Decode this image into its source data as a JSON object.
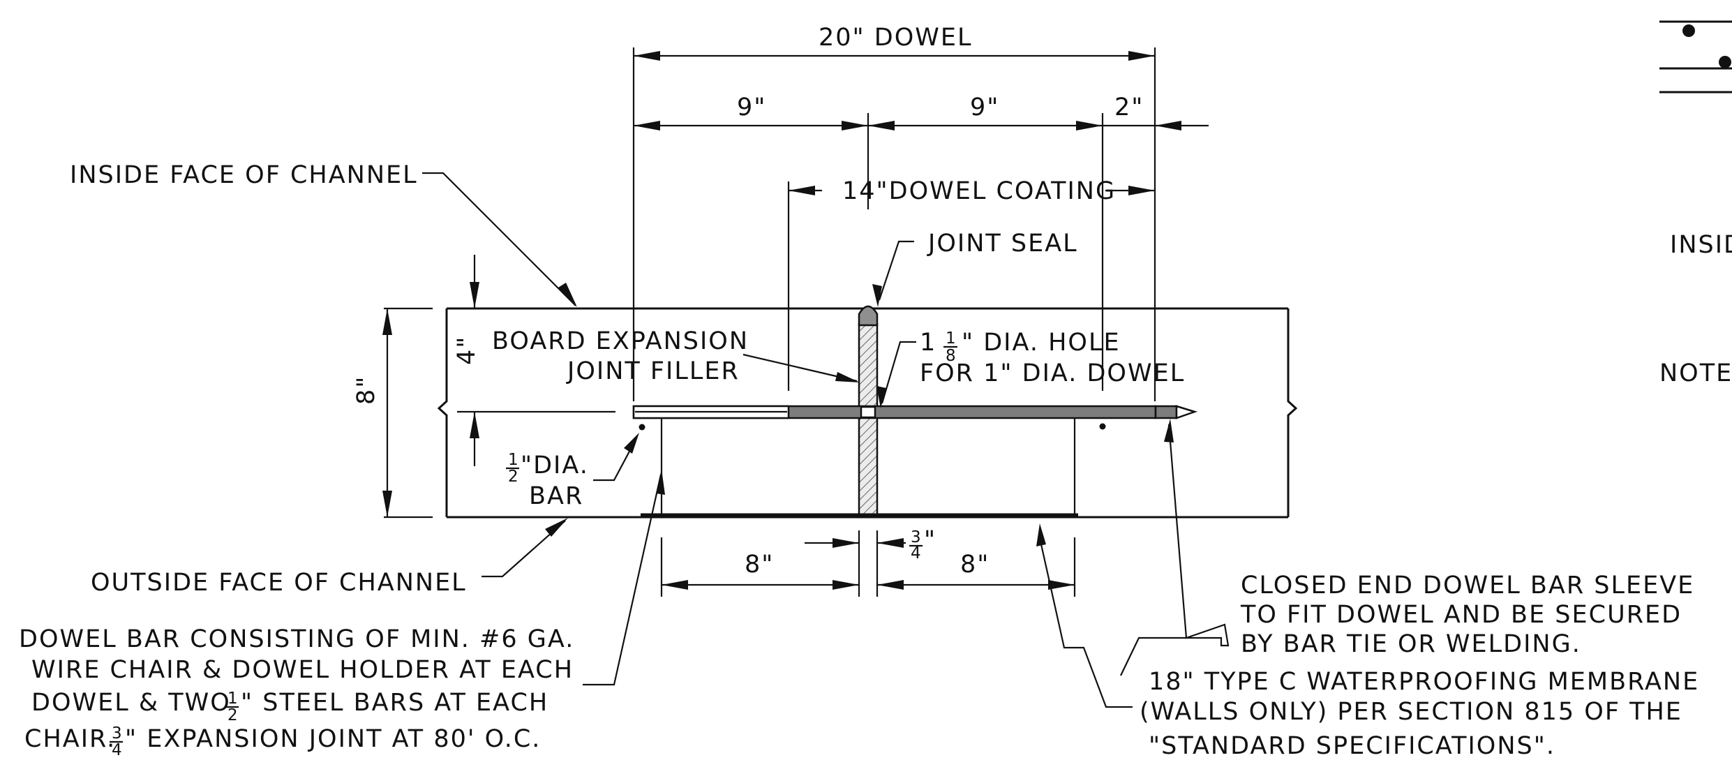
{
  "dimensions": {
    "dowel_length": "20\" DOWEL",
    "left_nine": "9\"",
    "right_nine": "9\"",
    "two": "2\"",
    "coating": "14\"DOWEL COATING",
    "slab_depth": "8\"",
    "half_depth": "4\"",
    "bottom_left_eight": "8\"",
    "bottom_right_eight": "8\"",
    "joint_width": "\"",
    "joint_width_num": "3",
    "joint_width_den": "4"
  },
  "labels": {
    "inside_face": "INSIDE FACE OF CHANNEL",
    "outside_face": "OUTSIDE FACE OF CHANNEL",
    "joint_seal": "JOINT SEAL",
    "filler_line1": "BOARD EXPANSION",
    "filler_line2": "JOINT FILLER",
    "hole_line1_pre": "1",
    "hole_num": "1",
    "hole_den": "8",
    "hole_line1_post": "\" DIA. HOLE",
    "hole_line2": "FOR 1\" DIA. DOWEL",
    "bar_num": "1",
    "bar_den": "2",
    "bar_line1": "\"DIA.",
    "bar_line2": "BAR",
    "sleeve_line1": "CLOSED END DOWEL BAR SLEEVE",
    "sleeve_line2": "TO FIT DOWEL AND BE SECURED",
    "sleeve_line3": "BY BAR TIE OR WELDING.",
    "membrane_line1": "18\" TYPE C WATERPROOFING MEMBRANE",
    "membrane_line2": "(WALLS ONLY) PER SECTION 815 OF THE",
    "membrane_line3": "\"STANDARD SPECIFICATIONS\".",
    "chair_line1": "DOWEL BAR CONSISTING OF MIN. #6 GA.",
    "chair_line2": "WIRE CHAIR & DOWEL HOLDER AT EACH",
    "chair_line3_a": "DOWEL & TWO",
    "chair_line3_num": "1",
    "chair_line3_den": "2",
    "chair_line3_b": "\" STEEL BARS AT EACH",
    "chair_line4_a": "CHAIR.",
    "chair_line4_num": "3",
    "chair_line4_den": "4",
    "chair_line4_b": "\" EXPANSION JOINT AT 80' O.C.",
    "inside_partial": "INSID",
    "note_partial": "NOTE:"
  }
}
